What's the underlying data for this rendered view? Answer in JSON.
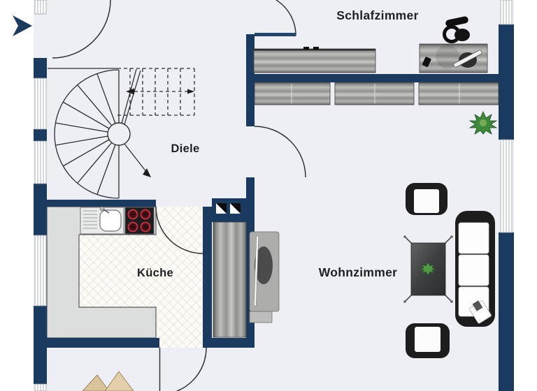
{
  "plan": {
    "type": "floorplan",
    "rooms": {
      "bedroom": {
        "label": "Schlafzimmer"
      },
      "hall": {
        "label": "Diele"
      },
      "kitchen": {
        "label": "Küche"
      },
      "living": {
        "label": "Wohnzimmer"
      }
    },
    "palette": {
      "wall_navy": "#1a3a60",
      "floor": "#edeff5",
      "outside": "#ffffff",
      "tile_line": "#d8d2c4",
      "counter_gray": "#dcdddd",
      "wood_gray_dark": "#5a5a58",
      "wood_gray_light": "#c9c9c7",
      "furniture_black": "#1d1d1d",
      "burner_red": "#c23040",
      "plant_green": "#3e8a3c",
      "door_line": "#333333",
      "object_tan": "#ddc79d"
    },
    "furniture": [
      "spiral-staircase",
      "stair-run",
      "kitchen-sink",
      "kitchen-stove",
      "kitchen-counter",
      "shaft",
      "tall-cabinet",
      "tv-unit",
      "dresser",
      "desk",
      "office-chair",
      "sideboard-row",
      "floor-plant",
      "armchair-top",
      "armchair-bottom",
      "coffee-table",
      "table-plant",
      "sofa",
      "tan-object",
      "north-arrow"
    ]
  }
}
